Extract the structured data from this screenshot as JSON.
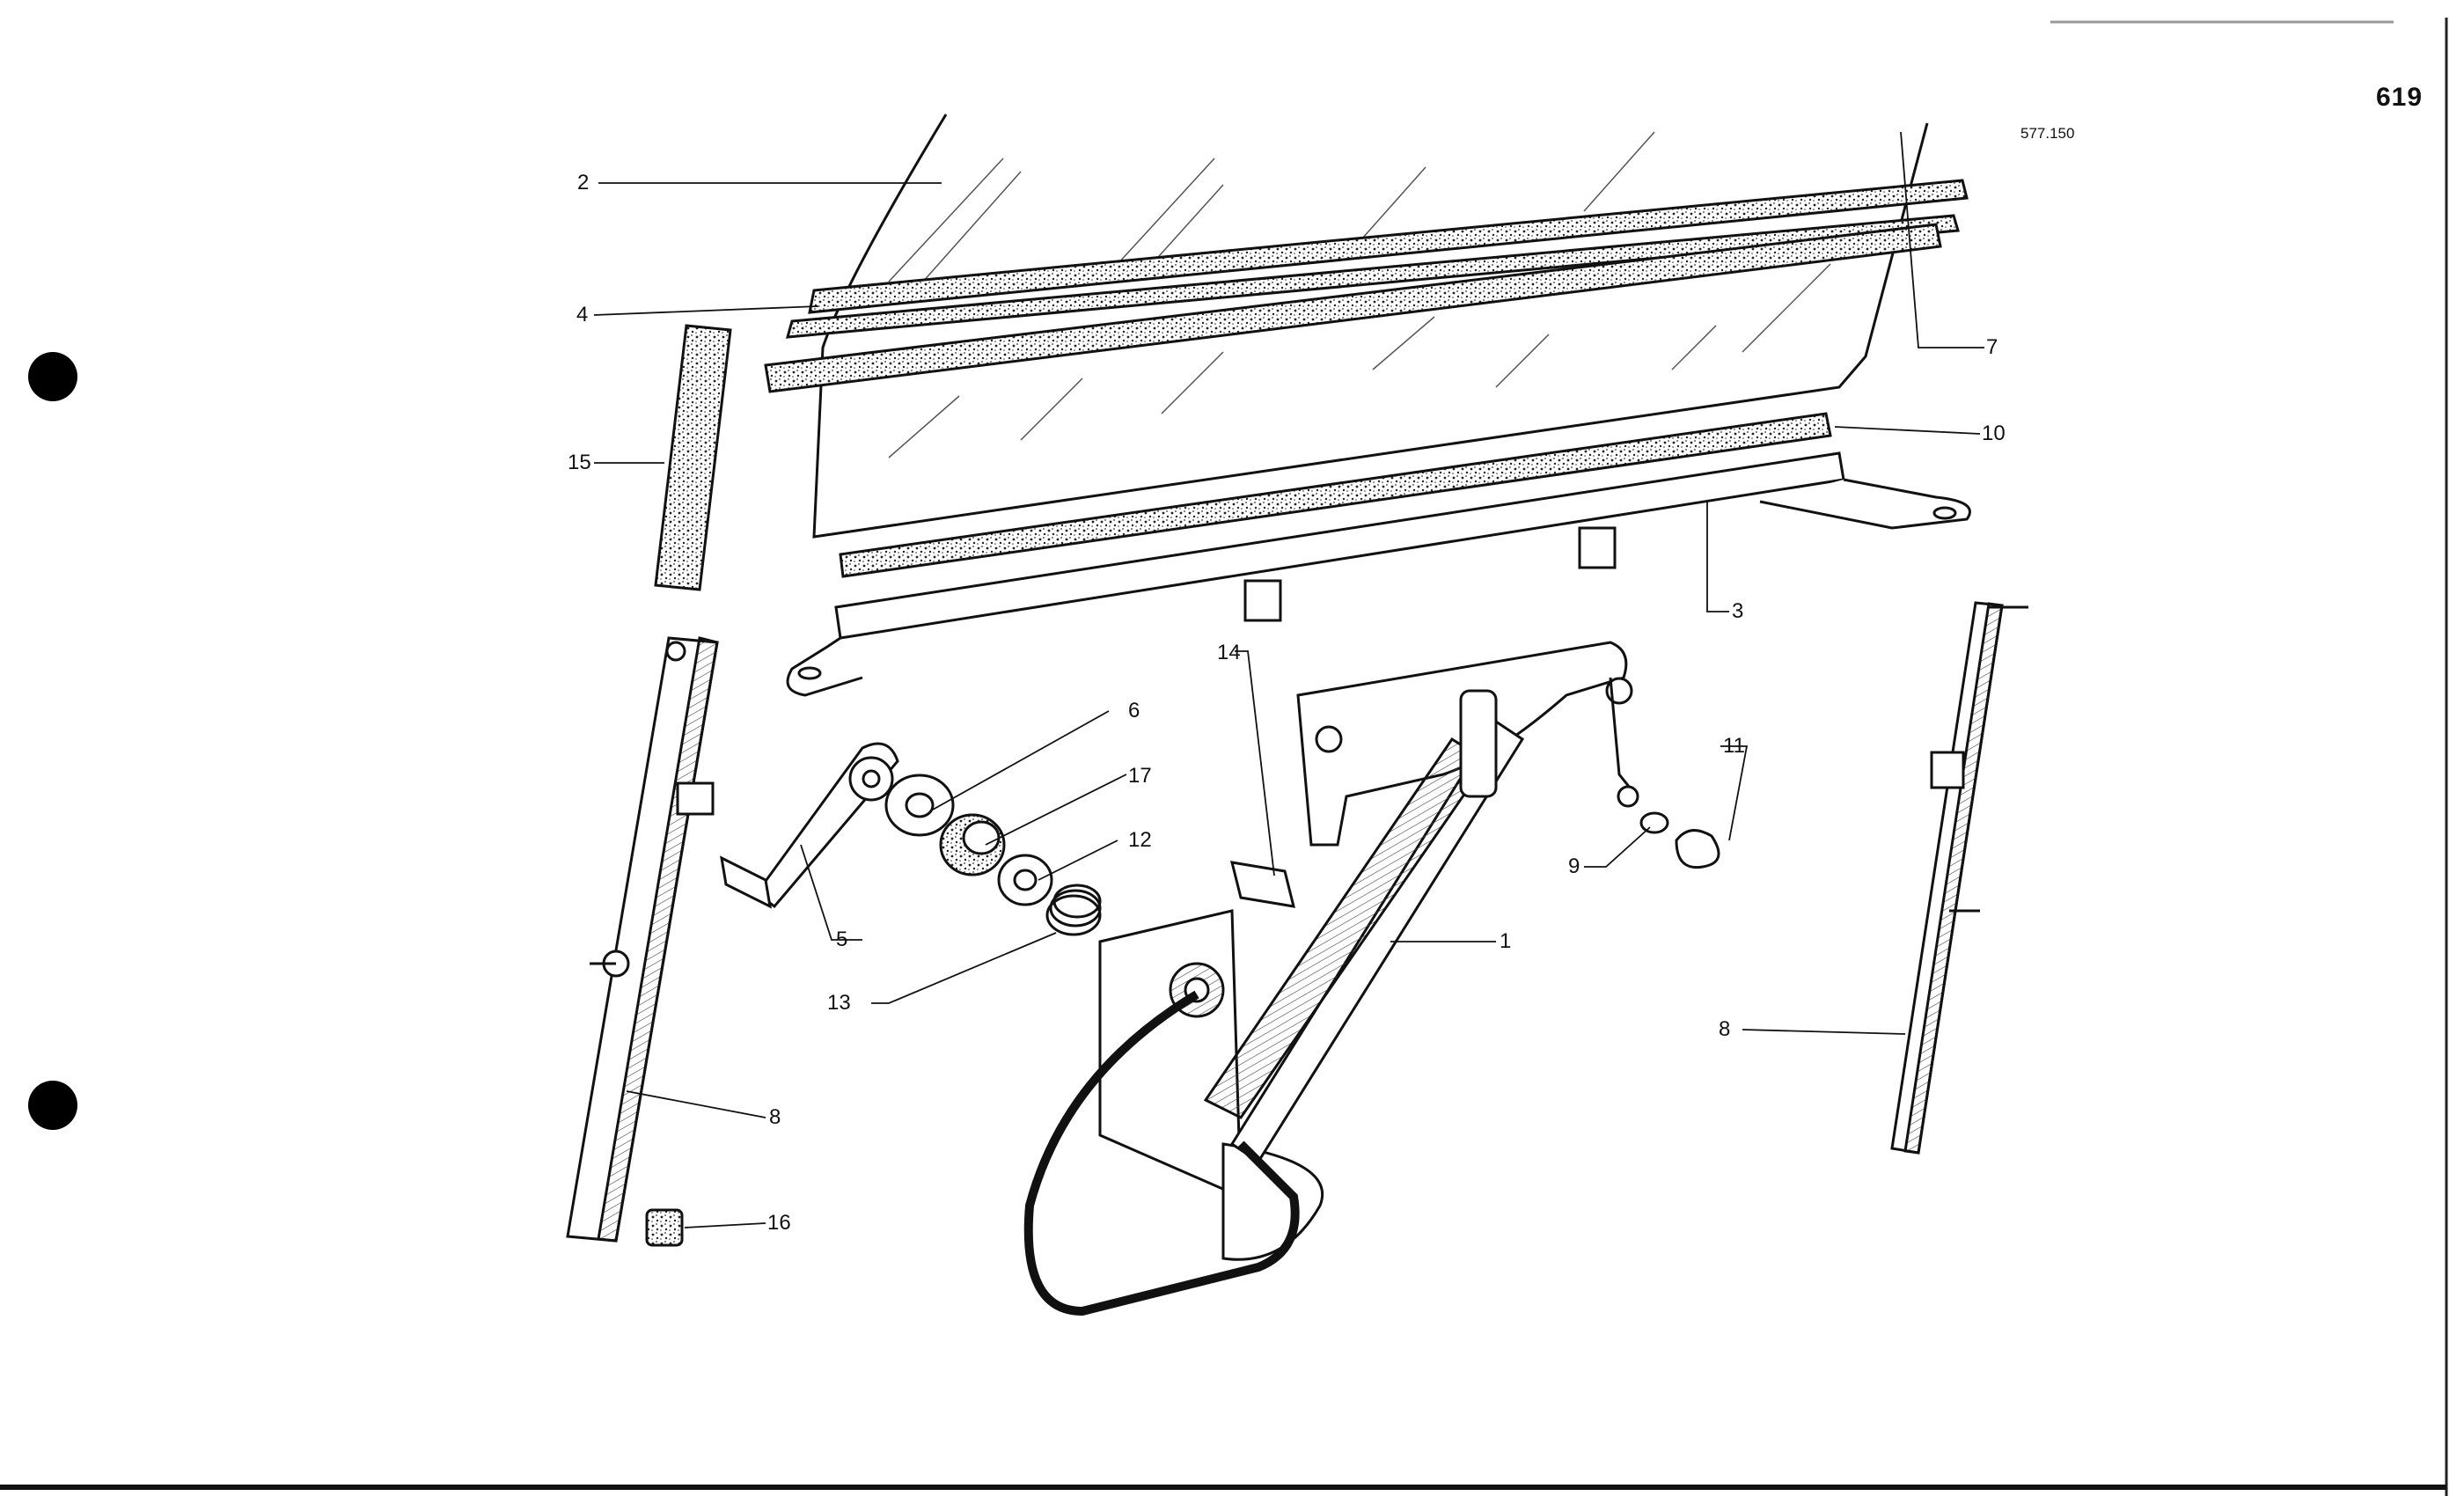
{
  "page_number": "619",
  "drawing_ref": "577.150",
  "callouts": {
    "c1": "1",
    "c2": "2",
    "c3": "3",
    "c4": "4",
    "c5": "5",
    "c6": "6",
    "c7": "7",
    "c8a": "8",
    "c8b": "8",
    "c9": "9",
    "c10": "10",
    "c11": "11",
    "c12": "12",
    "c13": "13",
    "c14": "14",
    "c15": "15",
    "c16": "16",
    "c17": "17"
  },
  "colors": {
    "ink": "#111111",
    "paper": "#ffffff",
    "hatch": "#2a2a2a"
  }
}
